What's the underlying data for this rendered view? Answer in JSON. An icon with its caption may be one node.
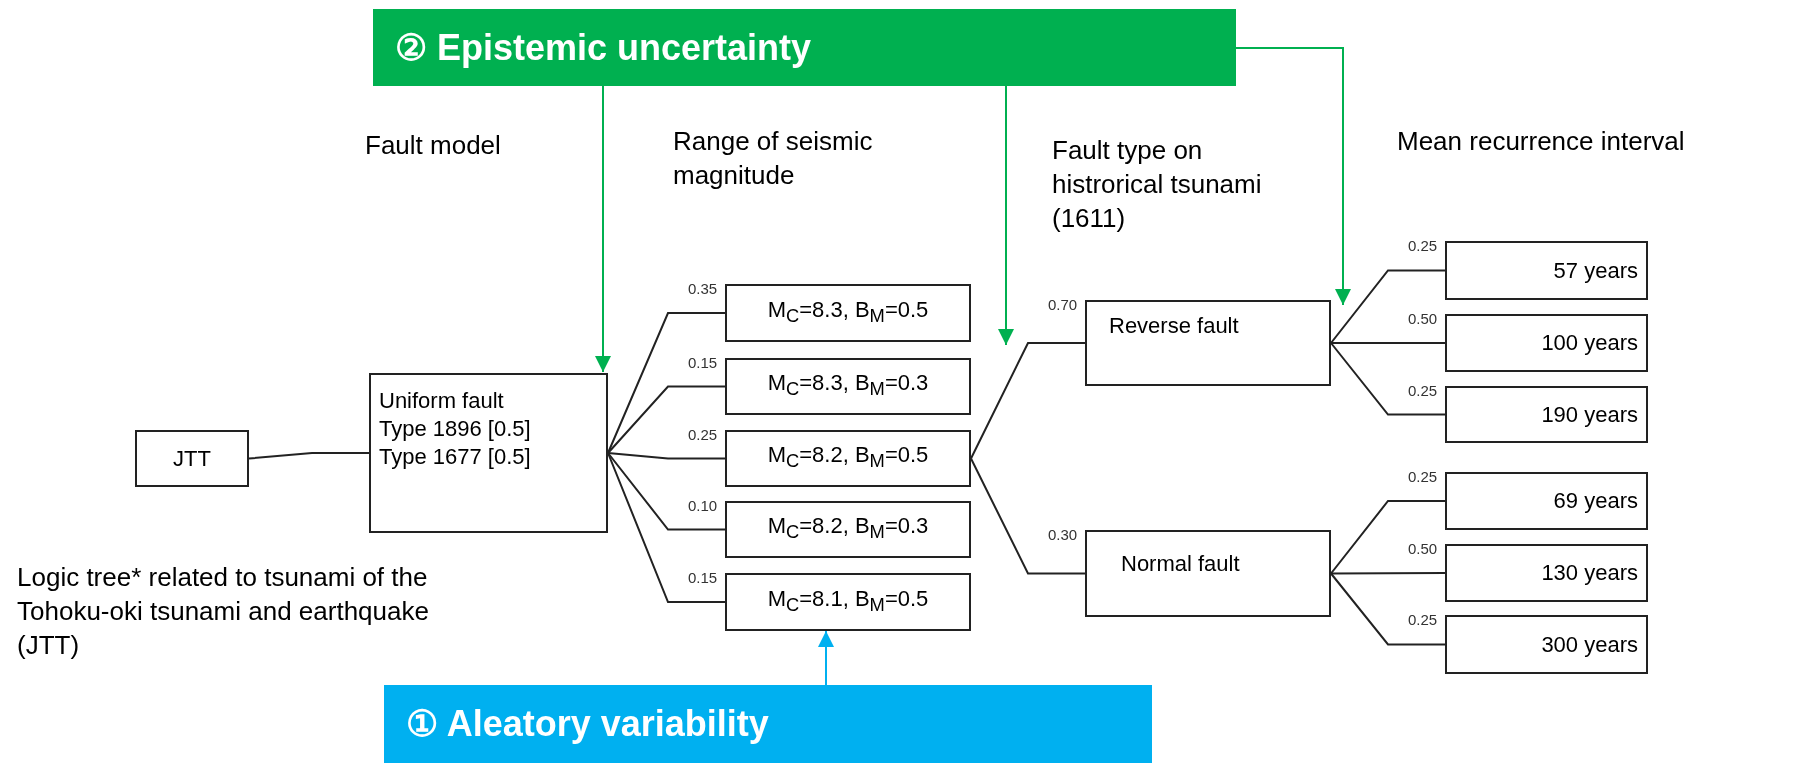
{
  "diagram": {
    "nodes": [
      {
        "text": [
          "② Epistemic uncertainty"
        ]
      },
      {
        "text": [
          "JTT"
        ]
      },
      {
        "text": [
          "Uniform fault",
          "Type 1896 [0.5]",
          "Type 1677 [0.5]"
        ]
      },
      {
        "text": [
          "M$_{C}$=8.3, B$_{M}$=0.5"
        ]
      },
      {
        "text": [
          "M$_{C}$=8.3, B$_{M}$=0.3"
        ]
      },
      {
        "text": [
          "M$_{C}$=8.2, B$_{M}$=0.5"
        ]
      },
      {
        "text": [
          "M$_{C}$=8.2, B$_{M}$=0.3"
        ]
      },
      {
        "text": [
          "M$_{C}$=8.1, B$_{M}$=0.5"
        ]
      },
      {
        "text": [
          "Reverse fault"
        ]
      },
      {
        "text": [
          "Normal fault"
        ]
      },
      {
        "text": [
          "57 years"
        ]
      },
      {
        "text": [
          "100 years"
        ]
      },
      {
        "text": [
          "190 years"
        ]
      },
      {
        "text": [
          "69 years"
        ]
      },
      {
        "text": [
          "130 years"
        ]
      },
      {
        "text": [
          "300 years"
        ]
      },
      {
        "text": [
          "① Aleatory variability"
        ]
      }
    ],
    "edges": [
      {
        "from": 1,
        "to": 2,
        "arrow": "none"
      },
      {
        "from": 2,
        "to": 3,
        "arrow": "none",
        "label": "0.35"
      },
      {
        "from": 2,
        "to": 4,
        "arrow": "none",
        "label": "0.15"
      },
      {
        "from": 2,
        "to": 5,
        "arrow": "none",
        "label": "0.25"
      },
      {
        "from": 2,
        "to": 6,
        "arrow": "none",
        "label": "0.10"
      },
      {
        "from": 2,
        "to": 7,
        "arrow": "none",
        "label": "0.15"
      },
      {
        "from": 5,
        "to": 8,
        "arrow": "none",
        "label": "0.70"
      },
      {
        "from": 5,
        "to": 9,
        "arrow": "none",
        "label": "0.30"
      },
      {
        "from": 8,
        "to": 10,
        "arrow": "none",
        "label": "0.25"
      },
      {
        "from": 8,
        "to": 11,
        "arrow": "none",
        "label": "0.50"
      },
      {
        "from": 8,
        "to": 12,
        "arrow": "none",
        "label": "0.25"
      },
      {
        "from": 9,
        "to": 13,
        "arrow": "none",
        "label": "0.25"
      },
      {
        "from": 9,
        "to": 14,
        "arrow": "none",
        "label": "0.50"
      },
      {
        "from": 9,
        "to": 15,
        "arrow": "none",
        "label": "0.25"
      },
      {
        "from": 0,
        "to": 2,
        "arrow": "to",
        "color": "#00b050"
      },
      {
        "from": 0,
        "to": 4,
        "arrow": "to",
        "color": "#00b050"
      },
      {
        "from": 0,
        "to": 8,
        "arrow": "to",
        "color": "#00b050"
      },
      {
        "from": 16,
        "to": 7,
        "arrow": "to",
        "color": "#00b0f0"
      }
    ],
    "labels": [
      "Fault model",
      "Range of seismic magnitude",
      "Fault type on histrorical tsunami (1611)",
      "Mean recurrence interval",
      "Logic tree* related to tsunami of the Tohoku-oki tsunami and earthquake (JTT)"
    ]
  }
}
